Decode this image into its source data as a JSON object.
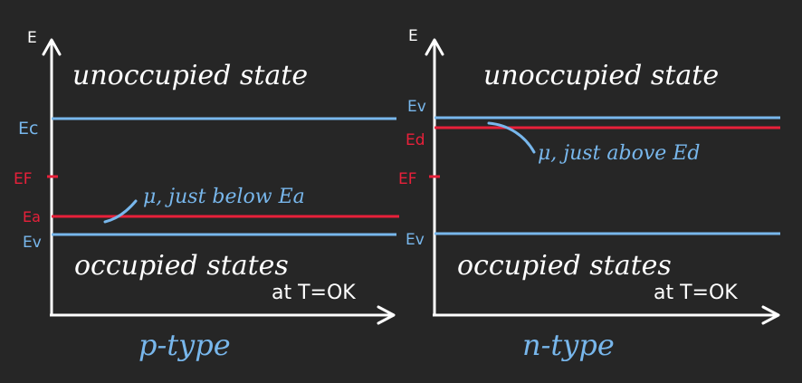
{
  "colors": {
    "background": "#262626",
    "axis": "#ffffff",
    "text": "#ffffff",
    "blue": "#78b7ec",
    "red": "#e8203a"
  },
  "left": {
    "axis_label": "E",
    "top_region": "unoccupied state",
    "Ec_label": "Ec",
    "Ef_label": "EF",
    "Ea_label": "Ea",
    "Ev_label": "Ev",
    "annotation": "μ, just below Ea",
    "bottom_region": "occupied states",
    "temperature": "at T=OK",
    "caption": "p-type"
  },
  "right": {
    "axis_label": "E",
    "top_region": "unoccupied state",
    "Ec_label": "Ev",
    "Ed_label": "Ed",
    "Ef_label": "EF",
    "Ev_label": "Ev",
    "annotation": "μ, just above Ed",
    "bottom_region": "occupied states",
    "temperature": "at T=OK",
    "caption": "n-type"
  }
}
